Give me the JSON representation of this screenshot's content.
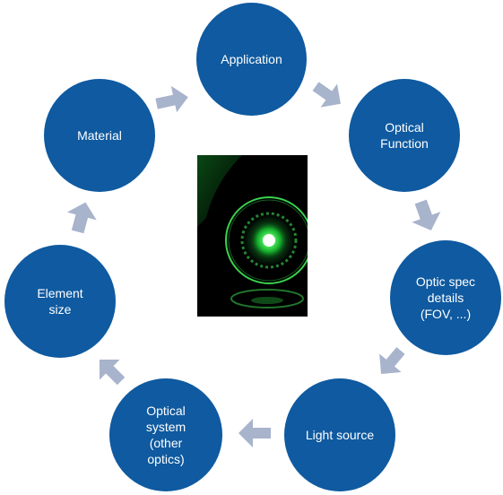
{
  "diagram": {
    "nodes": [
      {
        "id": "application",
        "label": "Application"
      },
      {
        "id": "optical-function",
        "label": "Optical\nFunction"
      },
      {
        "id": "optic-spec",
        "label": "Optic spec\ndetails\n(FOV, ...)"
      },
      {
        "id": "light-source",
        "label": "Light source"
      },
      {
        "id": "optical-system",
        "label": "Optical\nsystem\n(other\noptics)"
      },
      {
        "id": "element-size",
        "label": "Element\nsize"
      },
      {
        "id": "material",
        "label": "Material"
      }
    ],
    "colors": {
      "node_fill": "#0f5aa0",
      "arrow_fill": "#a8b3cc",
      "photo_glow": "#39ff5a"
    },
    "center_image": {
      "icon": "laser-optic-photo"
    }
  }
}
